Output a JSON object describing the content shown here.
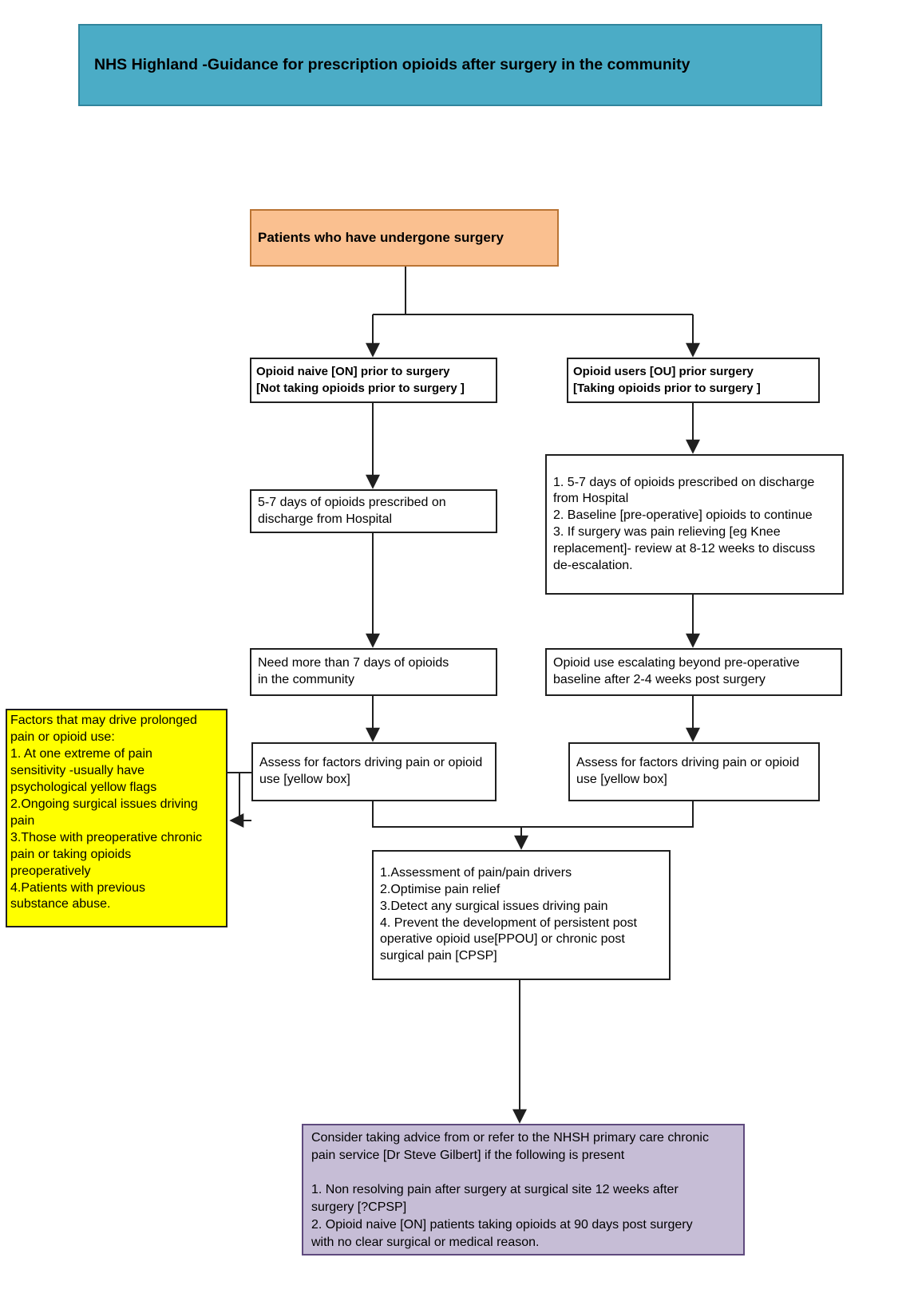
{
  "header": {
    "title": "NHS Highland -Guidance for prescription opioids after surgery in the community"
  },
  "flowchart": {
    "nodes": {
      "start": {
        "label": "Patients who have undergone surgery"
      },
      "opioid_naive": {
        "label": "Opioid naive [ON] prior to surgery\n[Not taking opioids prior to surgery ]"
      },
      "opioid_users": {
        "label": "Opioid users [OU] prior surgery\n[Taking opioids prior to surgery ]"
      },
      "on_discharge": {
        "label": "5-7 days of opioids prescribed on\ndischarge from Hospital"
      },
      "ou_discharge": {
        "label": "1. 5-7 days of opioids prescribed on discharge\nfrom Hospital\n2. Baseline [pre-operative] opioids to continue\n3. If surgery was pain relieving [eg Knee\nreplacement]- review at 8-12 weeks to discuss\nde-escalation."
      },
      "on_need_more": {
        "label": "Need more than 7 days of opioids\nin the community"
      },
      "ou_escalating": {
        "label": "Opioid use escalating beyond pre-operative\nbaseline after 2-4 weeks post surgery"
      },
      "assess_left": {
        "label": "Assess for factors driving pain or opioid\nuse [yellow box]"
      },
      "assess_right": {
        "label": "Assess for factors driving pain or opioid\nuse [yellow box]"
      },
      "yellow_factors": {
        "label": "Factors that may drive prolonged\npain or opioid use:\n1. At one extreme of pain\nsensitivity -usually have\npsychological yellow flags\n2.Ongoing surgical issues driving\npain\n3.Those with preoperative chronic\npain or taking opioids\npreoperatively\n4.Patients with previous\nsubstance abuse."
      },
      "action_plan": {
        "label": "1.Assessment of pain/pain drivers\n2.Optimise pain relief\n3.Detect any surgical issues driving pain\n4. Prevent the development of persistent post\noperative opioid use[PPOU] or chronic post\nsurgical pain [CPSP]"
      },
      "referral": {
        "label": "Consider taking advice from or refer to the NHSH primary care chronic\npain service [Dr Steve Gilbert] if the following is present\n\n1. Non resolving pain after surgery at surgical site 12 weeks after\nsurgery [?CPSP]\n2. Opioid naive [ON] patients taking opioids at 90 days post surgery\nwith no clear surgical or medical reason."
      }
    },
    "colors": {
      "header_bg": "#4BACC6",
      "header_border": "#31859C",
      "start_bg": "#FAC090",
      "start_border": "#BA7433",
      "factors_bg": "#FFFF00",
      "referral_bg": "#C6BDD6",
      "referral_border": "#5F4A7E",
      "box_border": "#1F1F1F",
      "connector": "#1F1F1F"
    }
  }
}
